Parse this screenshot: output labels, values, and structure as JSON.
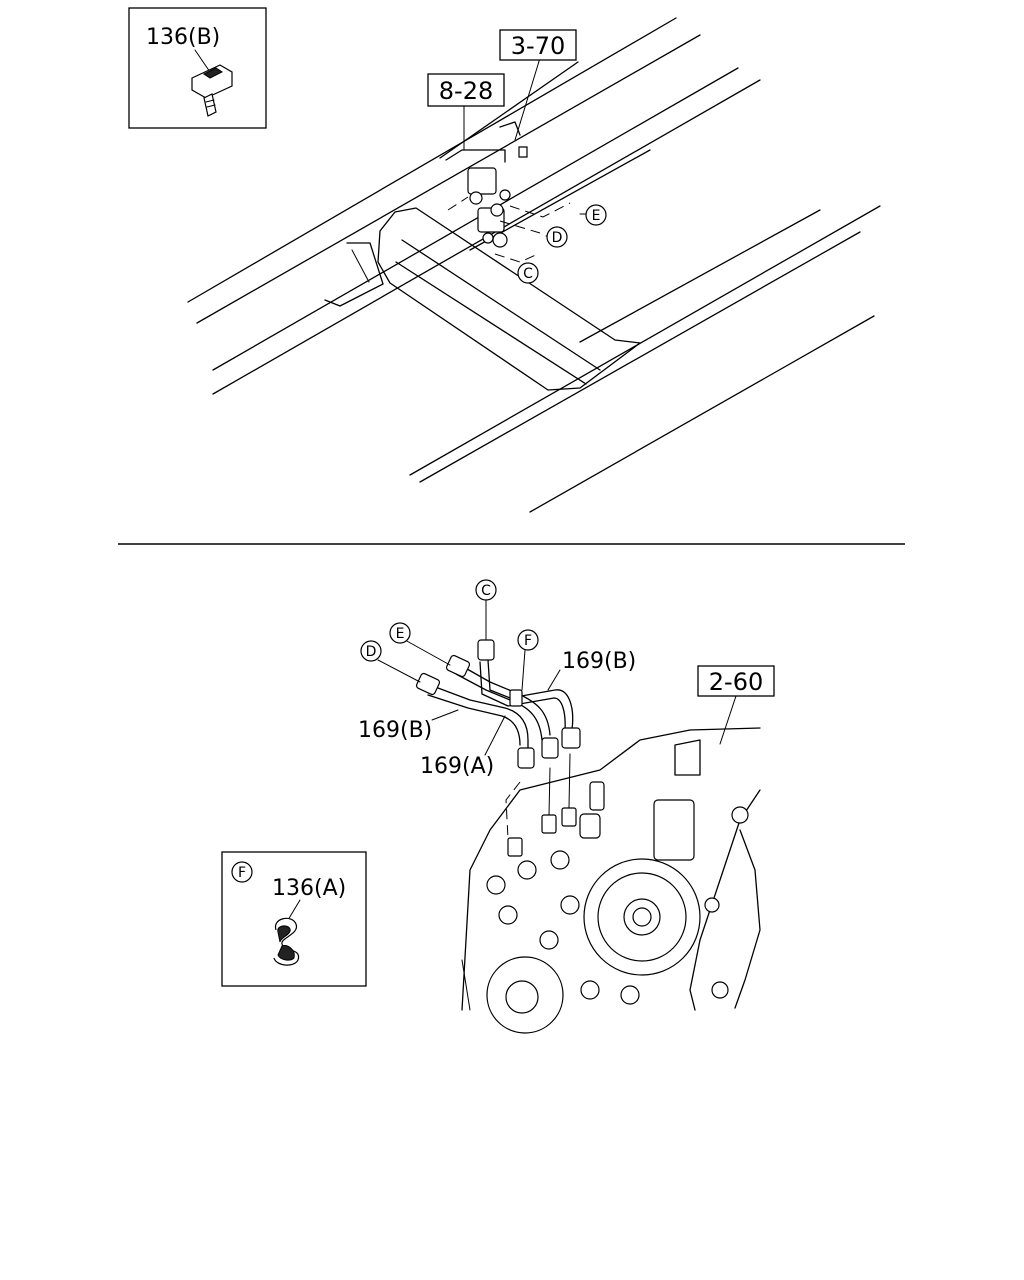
{
  "callouts": {
    "ref_3_70": "3-70",
    "ref_8_28": "8-28",
    "ref_2_60": "2-60",
    "inset_top_label": "136(B)",
    "inset_bottom_label": "136(A)",
    "inset_bottom_letter": "F",
    "part_169b_right": "169(B)",
    "part_169b_left": "169(B)",
    "part_169a": "169(A)"
  },
  "connectors": {
    "top_c": "C",
    "top_d": "D",
    "top_e": "E",
    "bottom_c": "C",
    "bottom_d": "D",
    "bottom_e": "E",
    "bottom_f": "F"
  }
}
